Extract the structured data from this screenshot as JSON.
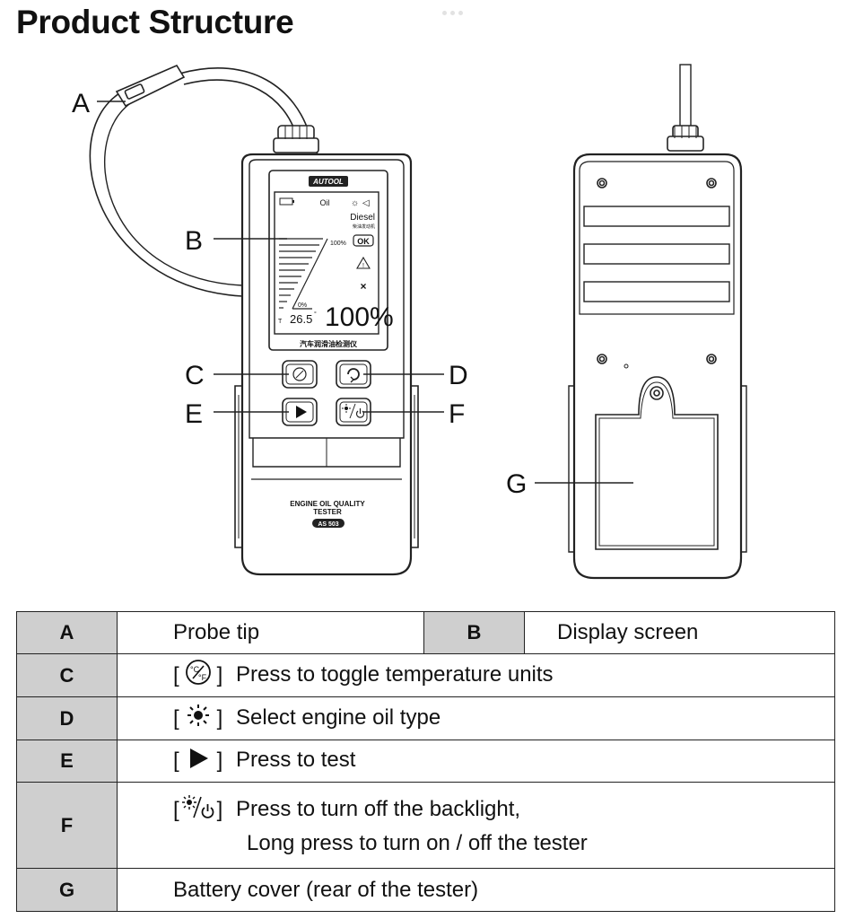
{
  "page": {
    "title": "Product Structure"
  },
  "device": {
    "brand": "AUTOOL",
    "front_label_line1": "ENGINE OIL QUALITY",
    "front_label_line2": "TESTER",
    "model": "AS 503",
    "chinese_caption": "汽车润滑油检测仪"
  },
  "lcd": {
    "oil_label": "Oil",
    "type_label": "Diesel",
    "type_sub": "柴油发动机",
    "ok_label": "OK",
    "top_percent": "100%",
    "bottom_percent": "0%",
    "temp_prefix": "T",
    "temperature": "26.5",
    "temp_unit": "°",
    "reading": "100%",
    "cross": "×"
  },
  "callouts": {
    "A": "A",
    "B": "B",
    "C": "C",
    "D": "D",
    "E": "E",
    "F": "F",
    "G": "G"
  },
  "table": {
    "rows": [
      {
        "key": "A",
        "text": "Probe tip",
        "key2": "B",
        "text2": "Display screen"
      },
      {
        "key": "C",
        "icon": "temperature-unit-icon",
        "text": "Press to toggle temperature units"
      },
      {
        "key": "D",
        "icon": "sun-icon",
        "text": "Select engine oil type"
      },
      {
        "key": "E",
        "icon": "play-icon",
        "text": "Press to test"
      },
      {
        "key": "F",
        "icon": "backlight-power-icon",
        "text": "Press to turn off the backlight,",
        "text_line2": "Long press to turn on / off the tester"
      },
      {
        "key": "G",
        "text": "Battery cover (rear of the tester)"
      }
    ],
    "bracket_open": "[",
    "bracket_close": "]"
  }
}
